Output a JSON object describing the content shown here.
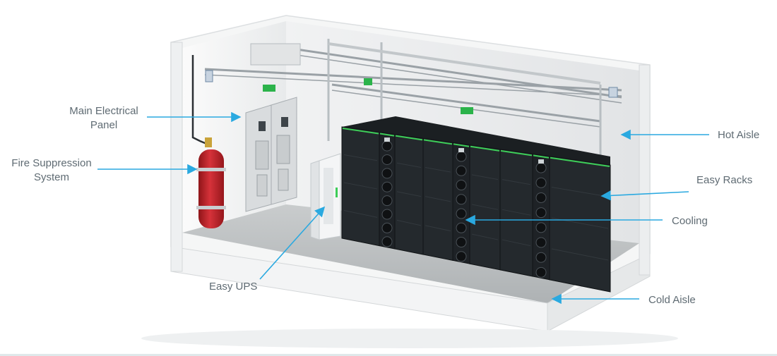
{
  "callouts": [
    {
      "id": "main-electrical-panel",
      "lines": [
        "Main Electrical",
        "Panel"
      ]
    },
    {
      "id": "fire-suppression-system",
      "lines": [
        "Fire Suppression",
        "System"
      ]
    },
    {
      "id": "easy-ups",
      "lines": [
        "Easy UPS"
      ]
    },
    {
      "id": "hot-aisle",
      "lines": [
        "Hot Aisle"
      ]
    },
    {
      "id": "easy-racks",
      "lines": [
        "Easy Racks"
      ]
    },
    {
      "id": "cooling",
      "lines": [
        "Cooling"
      ]
    },
    {
      "id": "cold-aisle",
      "lines": [
        "Cold Aisle"
      ]
    }
  ],
  "colors": {
    "callout_line": "#2aa9e0",
    "label_text": "#5f6b73",
    "rack_body": "#24292d",
    "rack_accent": "#3dcd58",
    "extinguisher": "#c8232c",
    "floor": "#bfc3c5",
    "wall": "#eceeef"
  }
}
